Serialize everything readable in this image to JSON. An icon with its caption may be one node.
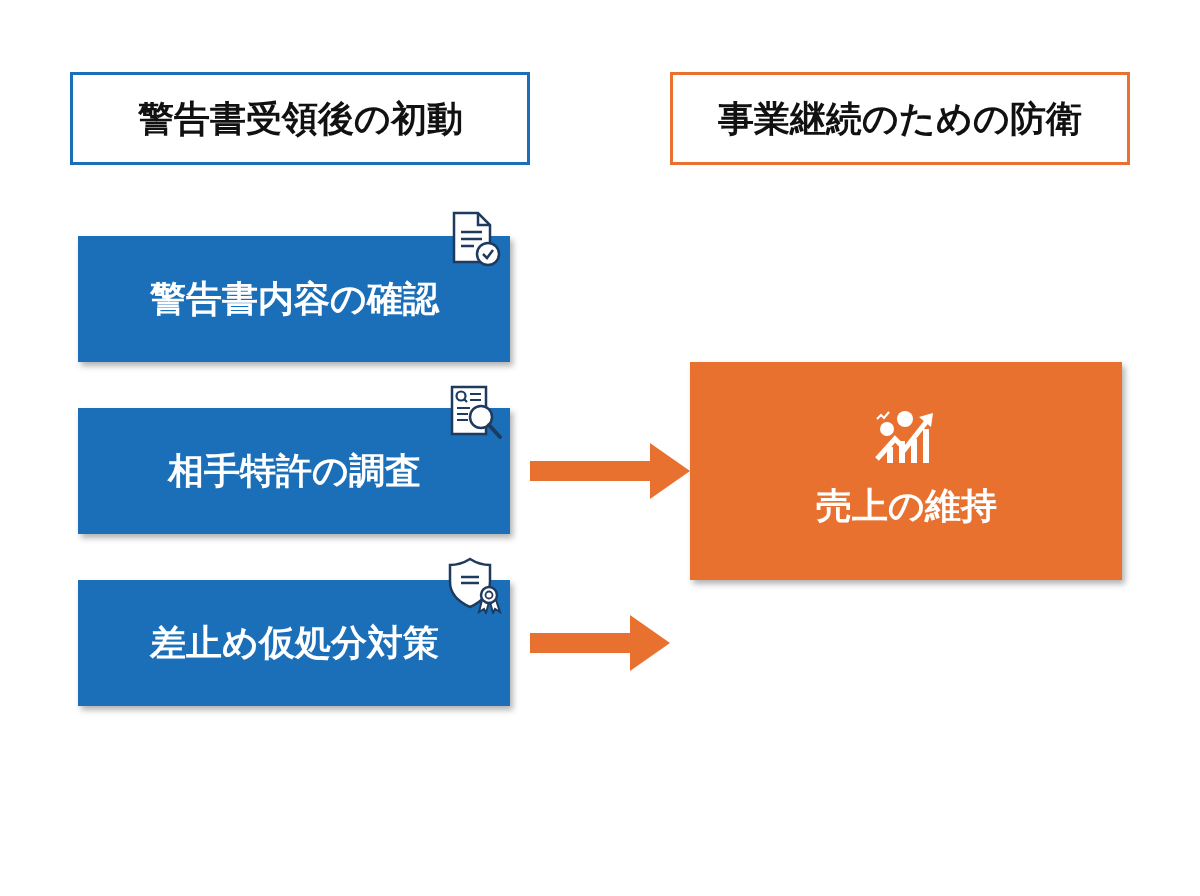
{
  "diagram": {
    "nodes": [
      {
        "text": [
          "警告書受領後の初動"
        ]
      },
      {
        "text": [
          "事業継続のための防衛"
        ]
      },
      {
        "text": [
          "警告書内容の確認"
        ]
      },
      {
        "text": [
          "相手特許の調査"
        ]
      },
      {
        "text": [
          "差止め仮処分対策"
        ]
      },
      {
        "text": [
          "売上の維持"
        ]
      }
    ],
    "edges": [
      {
        "from": 3,
        "to": 5,
        "arrow": "to"
      },
      {
        "from": 4,
        "to": null,
        "arrow": "to"
      }
    ]
  }
}
